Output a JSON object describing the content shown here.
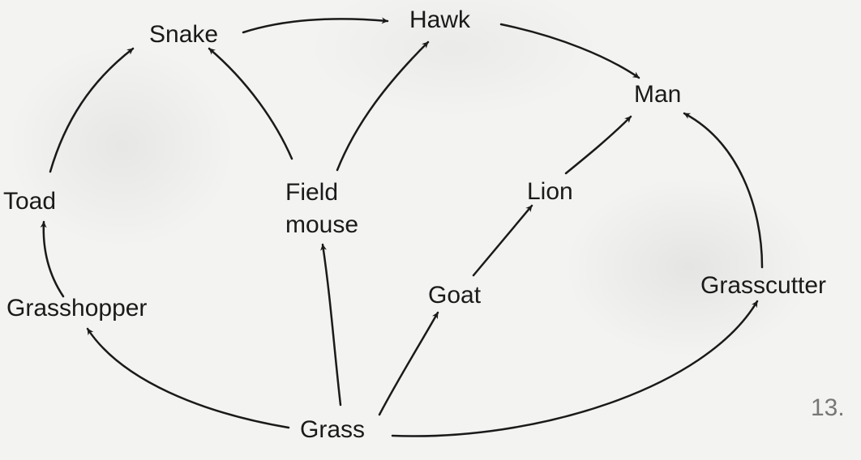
{
  "nodes": [
    {
      "id": "snake",
      "label": "Snake"
    },
    {
      "id": "hawk",
      "label": "Hawk"
    },
    {
      "id": "man",
      "label": "Man"
    },
    {
      "id": "toad",
      "label": "Toad"
    },
    {
      "id": "field-mouse",
      "label": "Field\nmouse"
    },
    {
      "id": "lion",
      "label": "Lion"
    },
    {
      "id": "grasshopper",
      "label": "Grasshopper"
    },
    {
      "id": "goat",
      "label": "Goat"
    },
    {
      "id": "grasscutter",
      "label": "Grasscutter"
    },
    {
      "id": "grass",
      "label": "Grass"
    }
  ],
  "edges": [
    {
      "from": "grass",
      "to": "grasshopper"
    },
    {
      "from": "grass",
      "to": "field-mouse"
    },
    {
      "from": "grass",
      "to": "goat"
    },
    {
      "from": "grass",
      "to": "grasscutter"
    },
    {
      "from": "grasshopper",
      "to": "toad"
    },
    {
      "from": "toad",
      "to": "snake"
    },
    {
      "from": "field-mouse",
      "to": "snake"
    },
    {
      "from": "field-mouse",
      "to": "hawk"
    },
    {
      "from": "snake",
      "to": "hawk"
    },
    {
      "from": "hawk",
      "to": "man"
    },
    {
      "from": "goat",
      "to": "lion"
    },
    {
      "from": "lion",
      "to": "man"
    },
    {
      "from": "grasscutter",
      "to": "man"
    }
  ],
  "bleed_through_text": "13."
}
